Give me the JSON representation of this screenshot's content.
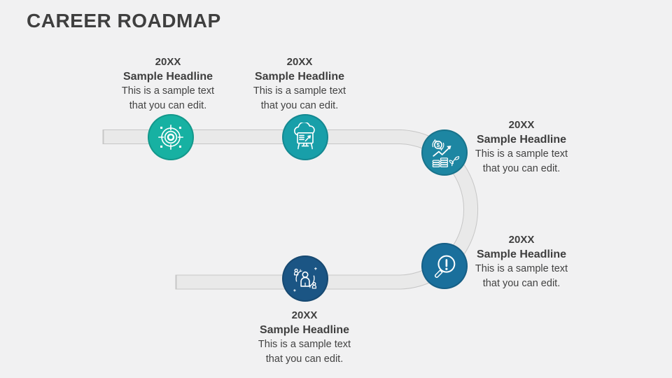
{
  "slide": {
    "title": "CAREER ROADMAP",
    "title_color": "#3F3F3F",
    "background_color": "#F1F1F2",
    "road": {
      "fill": "#E9E9E9",
      "border": "#C6C6C6"
    }
  },
  "nodes": [
    {
      "year": "20XX",
      "headline": "Sample Headline",
      "body": "This is a sample text that you can edit.",
      "icon": "target-icon",
      "color": "#17B1A2",
      "text_position": "above"
    },
    {
      "year": "20XX",
      "headline": "Sample Headline",
      "body": "This is a sample text that you can edit.",
      "icon": "cloud-computer-icon",
      "color": "#189FA9",
      "text_position": "above"
    },
    {
      "year": "20XX",
      "headline": "Sample Headline",
      "body": "This is a sample text that you can edit.",
      "icon": "financial-growth-icon",
      "color": "#1D86A2",
      "text_position": "right"
    },
    {
      "year": "20XX",
      "headline": "Sample Headline",
      "body": "This is a sample text that you can edit.",
      "icon": "magnifier-alert-icon",
      "color": "#1A6F9C",
      "text_position": "right"
    },
    {
      "year": "20XX",
      "headline": "Sample Headline",
      "body": "This is a sample text that you can edit.",
      "icon": "people-cycle-icon",
      "color": "#1B5584",
      "text_position": "below"
    }
  ]
}
